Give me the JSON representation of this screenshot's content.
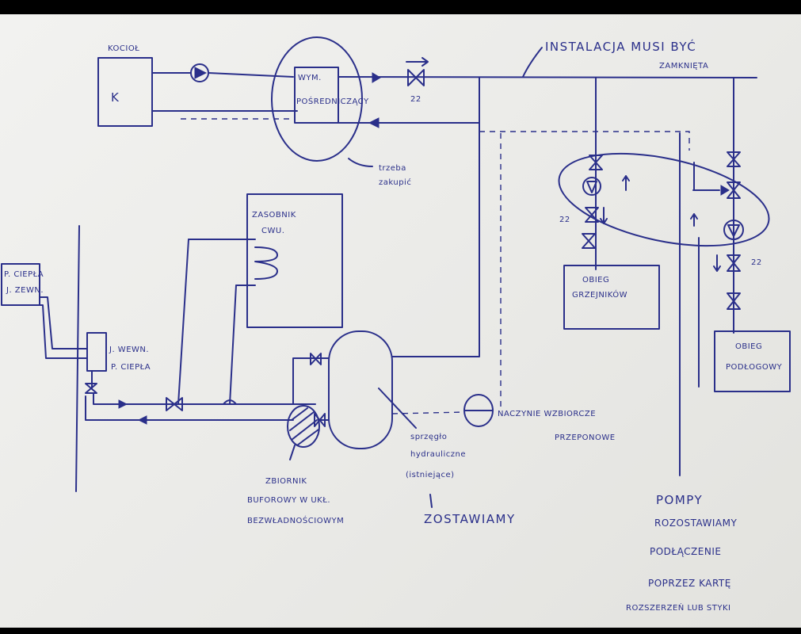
{
  "labels": {
    "kociol": "KOCIOŁ",
    "k_letter": "K",
    "instalacja_line1": "INSTALACJA MUSI BYĆ",
    "instalacja_line2": "ZAMKNIĘTA",
    "wymiennik_line1": "WYM.",
    "wymiennik_line2": "POŚREDNICZĄCY",
    "trzeba_line1": "trzeba",
    "trzeba_line2": "zakupić",
    "zasobnik_line1": "ZASOBNIK",
    "zasobnik_line2": "CWU.",
    "pc_line1": "P. CIEPŁA",
    "pc_line2": "J. ZEWN.",
    "jwewn_line1": "J. WEWN.",
    "jwewn_line2": "P. CIEPŁA",
    "obieg_grzejnikow_line1": "OBIEG",
    "obieg_grzejnikow_line2": "GRZEJNIKÓW",
    "obieg_podlogowy_line1": "OBIEG",
    "obieg_podlogowy_line2": "PODŁOGOWY",
    "naczynie_line1": "NACZYNIE WZBIORCZE",
    "naczynie_line2": "PRZEPONOWE",
    "sprzeglo_line1": "sprzęgło",
    "sprzeglo_line2": "hydrauliczne",
    "sprzeglo_line3": "(istniejące)",
    "zostawiamy": "ZOSTAWIAMY",
    "zbiornik_line1": "ZBIORNIK",
    "zbiornik_line2": "BUFOROWY W UKŁ.",
    "zbiornik_line3": "BEZWŁADNOŚCIOWYM",
    "pompy_line1": "POMPY",
    "pompy_line2": "ROZOSTAWIAMY",
    "pompy_line3": "PODŁĄCZENIE",
    "pompy_line4": "POPRZEZ KARTĘ",
    "pompy_line5": "ROZSZERZEŃ LUB STYKI",
    "num_22_top": "22",
    "num_22_left": "22",
    "num_22_right": "22"
  }
}
